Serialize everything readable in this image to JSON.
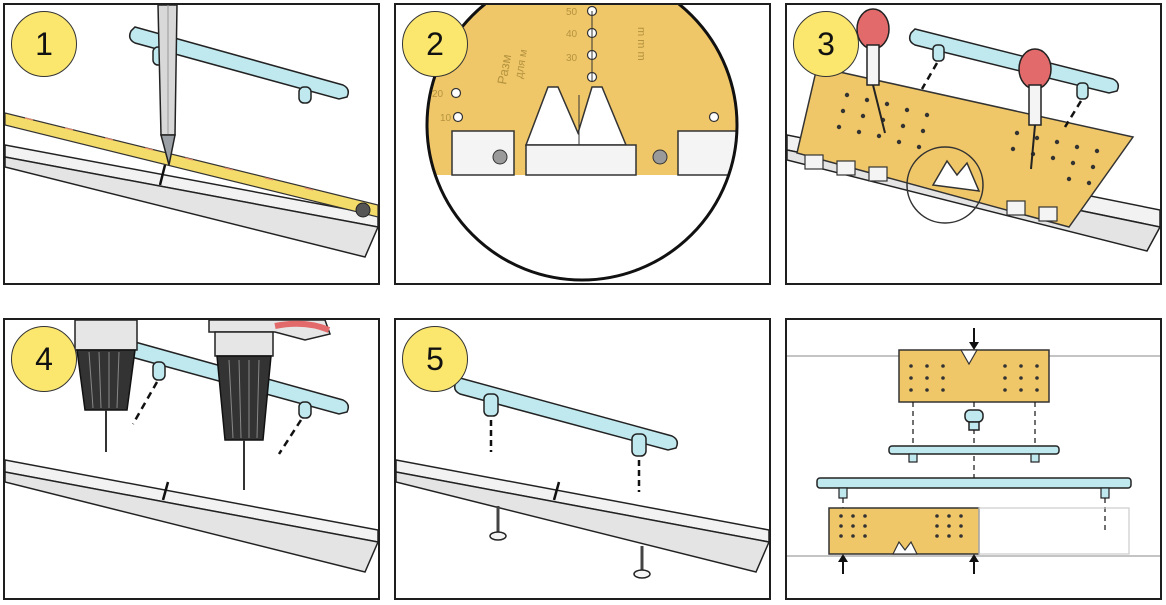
{
  "steps": [
    {
      "number": "1"
    },
    {
      "number": "2"
    },
    {
      "number": "3"
    },
    {
      "number": "4"
    },
    {
      "number": "5"
    }
  ],
  "step2": {
    "ruler_marks": [
      "50",
      "40",
      "30",
      "20",
      "10"
    ],
    "template_text_a": "Разм",
    "template_text_b": "для м",
    "unit_text": "m m m"
  },
  "colors": {
    "handle": "#bfe8ef",
    "template": "#f0c768",
    "badge": "#fbe76e",
    "pencil_tip": "#9aa0a6",
    "awl_handle": "#e36a6a"
  },
  "icons": [
    "pencil-icon",
    "tape-measure-icon",
    "magnifier-icon",
    "awl-icon",
    "drill-icon",
    "screw-icon",
    "arrow-down-icon",
    "arrow-up-icon"
  ]
}
